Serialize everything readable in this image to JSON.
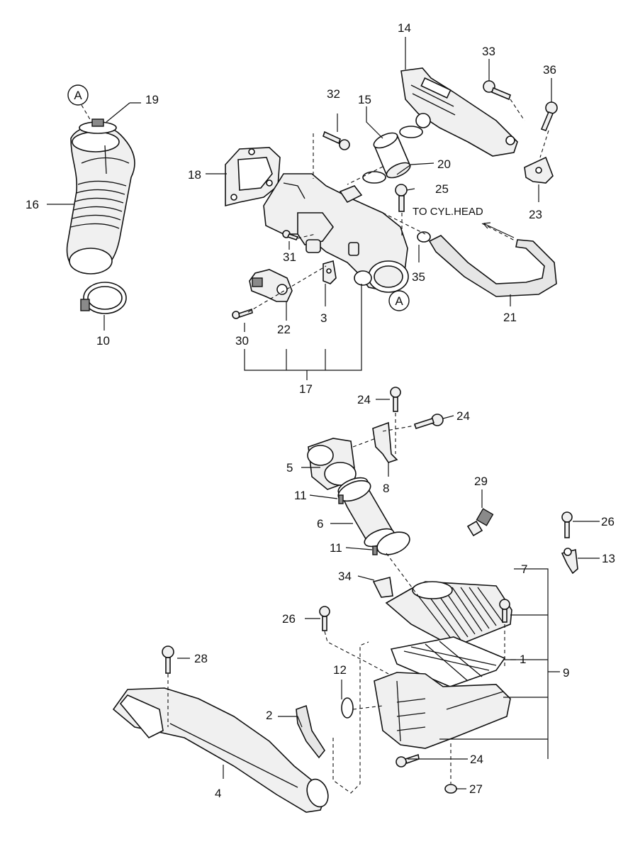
{
  "labels": {
    "l1": "1",
    "l2": "2",
    "l3": "3",
    "l4": "4",
    "l5": "5",
    "l6": "6",
    "l7": "7",
    "l8": "8",
    "l9": "9",
    "l10": "10",
    "l11a": "11",
    "l11b": "11",
    "l12": "12",
    "l13": "13",
    "l14": "14",
    "l15": "15",
    "l16": "16",
    "l17": "17",
    "l18": "18",
    "l19": "19",
    "l20": "20",
    "l21": "21",
    "l22": "22",
    "l23": "23",
    "l24a": "24",
    "l24b": "24",
    "l24c": "24",
    "l25": "25",
    "l26a": "26",
    "l26b": "26",
    "l27": "27",
    "l28": "28",
    "l29": "29",
    "l30": "30",
    "l31": "31",
    "l32": "32",
    "l33": "33",
    "l34": "34",
    "l35": "35",
    "l36": "36"
  },
  "refs": {
    "top": "A",
    "bottom": "A"
  },
  "note": "TO CYL.HEAD"
}
